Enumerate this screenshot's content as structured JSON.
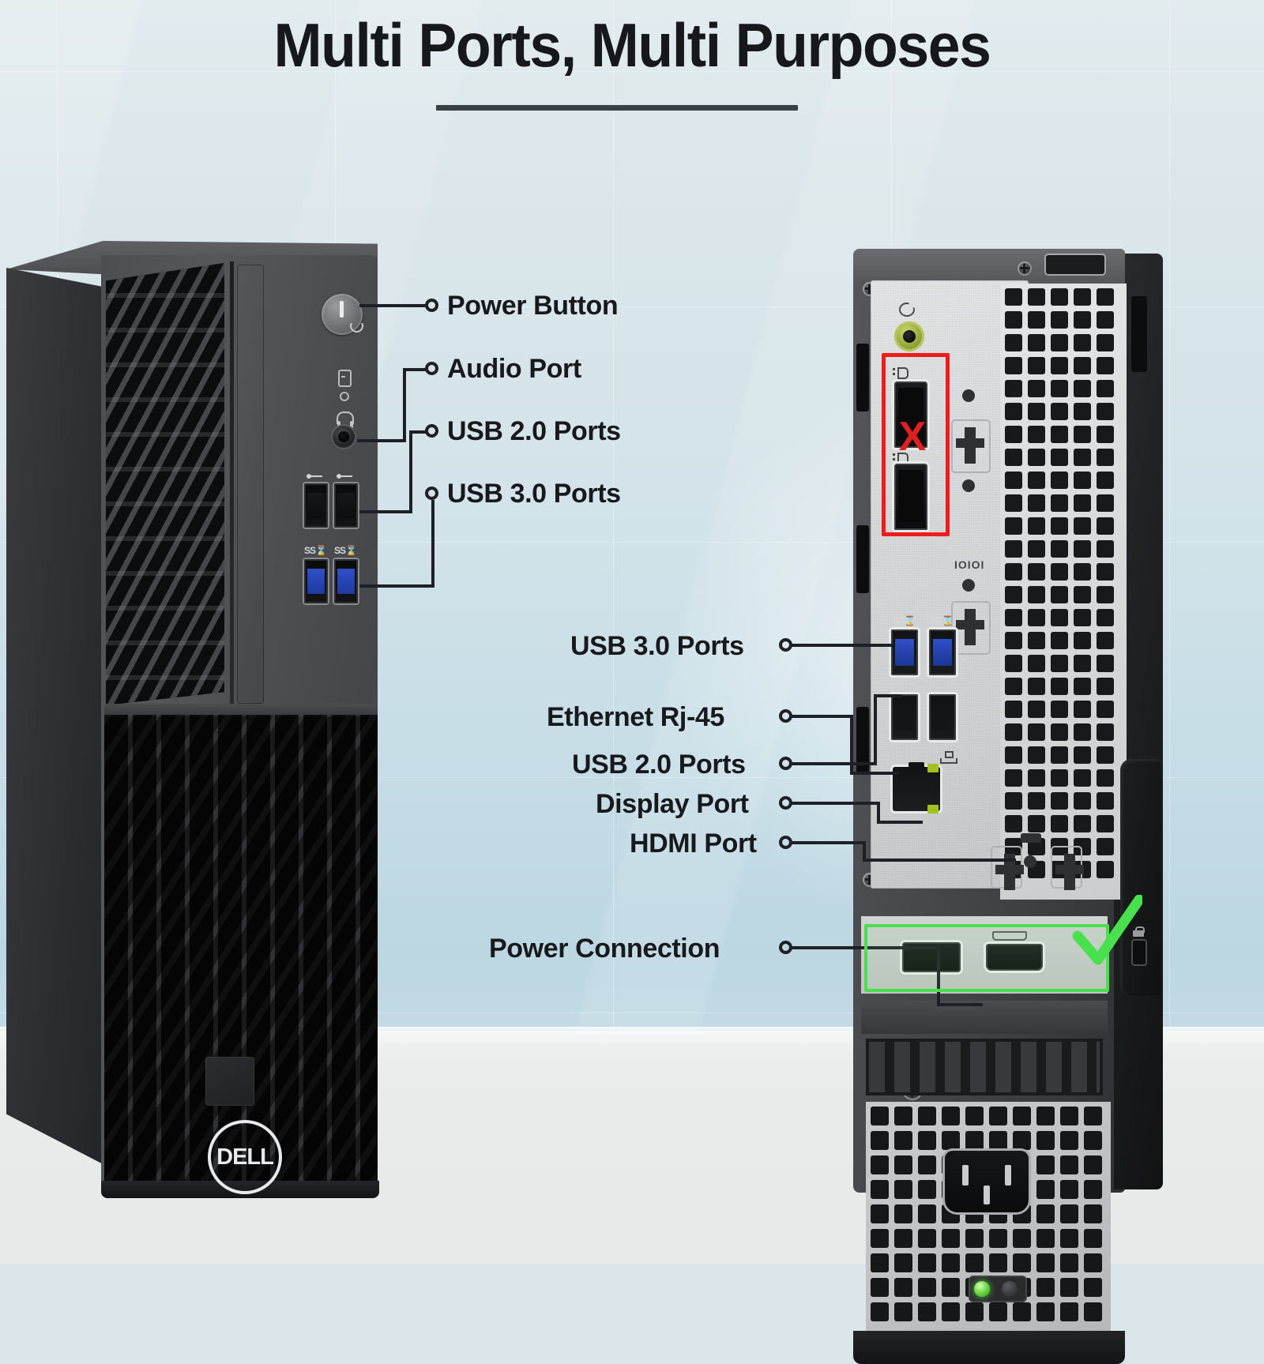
{
  "page": {
    "title": "Multi Ports, Multi Purposes",
    "brand": "DELL",
    "product_type": "small-form-factor-desktop"
  },
  "front_panel": {
    "view_label": "front",
    "callouts": [
      {
        "id": "power-button",
        "label": "Power Button"
      },
      {
        "id": "audio-port",
        "label": "Audio Port"
      },
      {
        "id": "usb-2-ports-front",
        "label": "USB 2.0 Ports"
      },
      {
        "id": "usb-3-ports-front",
        "label": "USB 3.0 Ports"
      }
    ],
    "port_icons": {
      "usb2": "usb-trident-icon",
      "usb3": "usb-superspeed-icon",
      "headphone": "headphone-icon",
      "hdd_activity": "hard-drive-icon",
      "power": "power-symbol-icon"
    }
  },
  "rear_panel": {
    "view_label": "rear",
    "callouts": [
      {
        "id": "usb-3-ports-rear",
        "label": "USB 3.0 Ports"
      },
      {
        "id": "ethernet-rj45",
        "label": "Ethernet Rj-45"
      },
      {
        "id": "usb-2-ports-rear",
        "label": "USB 2.0 Ports"
      },
      {
        "id": "display-port",
        "label": "Display Port"
      },
      {
        "id": "hdmi-port",
        "label": "HDMI Port"
      },
      {
        "id": "power-connection",
        "label": "Power Connection"
      }
    ],
    "serial_port_label": "IOIOI",
    "annotations": {
      "excluded": {
        "id": "displayport-pair-excluded",
        "marker": "X",
        "color": "#ee1c1c",
        "meaning": "ports not included"
      },
      "included": {
        "id": "displayport-hdmi-included",
        "marker": "check",
        "color": "#49e04e",
        "meaning": "ports included"
      }
    },
    "indicators": {
      "psu_led": "green",
      "audio_line_out": "green-jack",
      "ethernet_leds": "green"
    }
  },
  "colors": {
    "background_wall": "#d3e3e9",
    "floor": "#e9eaea",
    "title_text": "#16181c",
    "label_text": "#17191d",
    "leader_line": "#1d2026",
    "accent_red": "#ee1c1c",
    "accent_green": "#49e04e",
    "usb3_blue": "#2f50c8",
    "chassis_dark": "#2c2e31",
    "io_shield": "#d7d8d9"
  }
}
